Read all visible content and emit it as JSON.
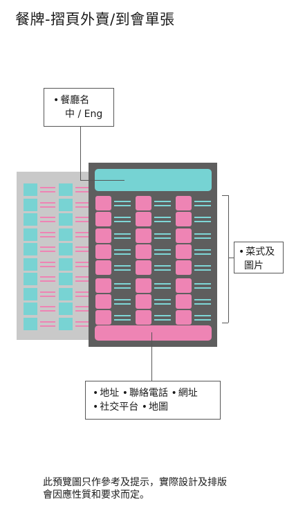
{
  "title": "餐牌-摺頁外賣/到會單張",
  "callouts": {
    "restaurant_name": {
      "line1": "餐廳名",
      "line2": "中 / Eng"
    },
    "dishes": {
      "line1": "菜式及",
      "line2": "圖片"
    },
    "contact": {
      "line1": [
        "地址",
        "聯絡電話",
        "網址"
      ],
      "line2": [
        "社交平台",
        "地圖"
      ]
    }
  },
  "bullet": "•",
  "footnote": {
    "line1": "此預覽圖只作參考及提示，實際設計及排版",
    "line2": "會因應性質和要求而定。"
  },
  "colors": {
    "cyan": "#76d3d3",
    "pink": "#ee84b4",
    "dark": "#5e5e5e",
    "gray": "#c9c9c9"
  }
}
